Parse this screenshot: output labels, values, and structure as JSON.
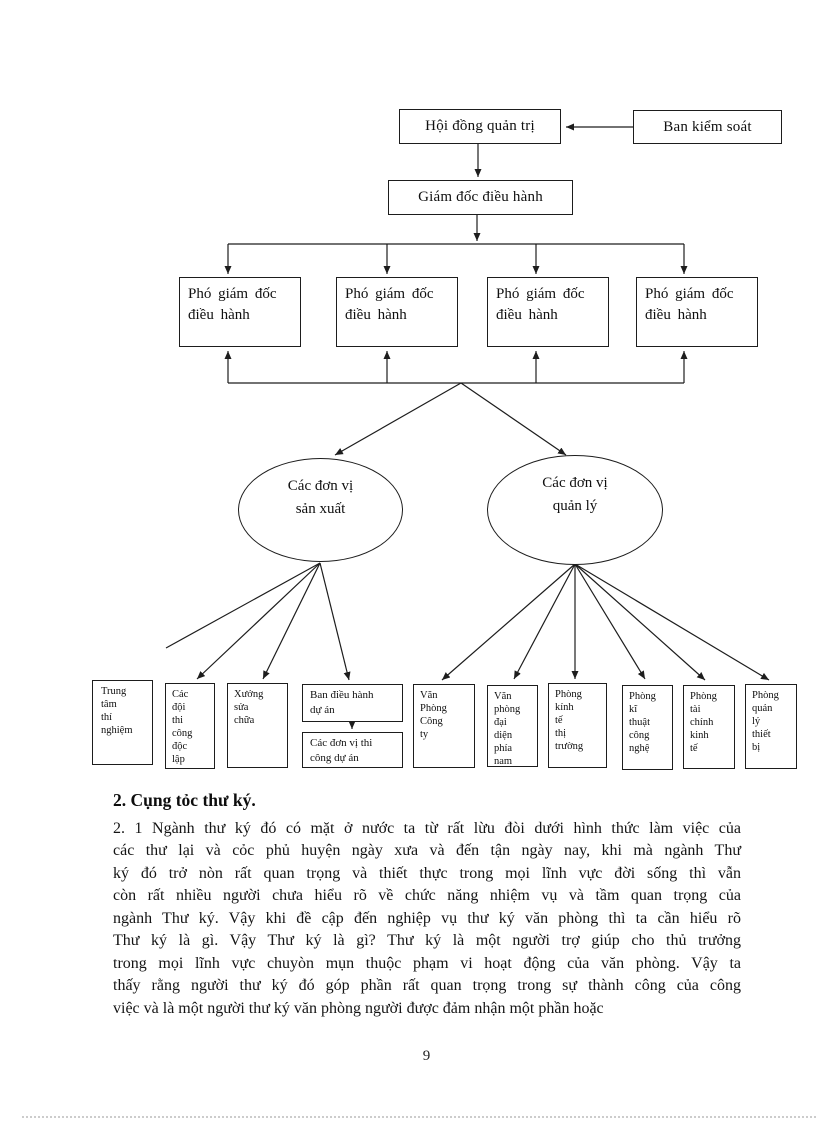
{
  "org_chart": {
    "line_color": "#1d1d1d",
    "nodes": {
      "board": "Hội đồng quản trị",
      "supervisory": "Ban kiểm soát",
      "ceo": "Giám đốc điều hành",
      "deputies": [
        "Phó giám đốc\nđiều hành",
        "Phó giám đốc\nđiều hành",
        "Phó giám đốc\nđiều hành",
        "Phó giám đốc\nđiều hành"
      ],
      "production_group": "Các đơn vị\nsản xuất",
      "management_group": "Các đơn vị\nquản lý",
      "production_units": [
        "Trung\ntâm\nthí\nnghiệm",
        "Các\nđội\nthi\ncông\nđộc\nlập",
        "Xưởng\nsửa\nchữa",
        "Ban điều hành\ndự án",
        "Các đơn vị thi\ncông dự án"
      ],
      "management_units": [
        "Văn\nPhòng\nCông\nty",
        "Văn\nphòng\nđại\ndiện\nphía\nnam",
        "Phòng\nkính\ntế\nthị\ntrường",
        "Phòng\nkĩ\nthuật\ncông\nnghệ",
        "Phòng\ntài\nchính\nkinh\ntế",
        "Phòng\nquản\nlý\nthiết\nbị"
      ]
    }
  },
  "document": {
    "heading": "2. Cụng tỏc thư ký.",
    "body_lines": [
      "2. 1 Ngành thư ký đó có mặt ở nước ta từ rất lừu đòi dưới hình thức làm việc của",
      "các thư lại và cỏc phủ huyện ngày xưa và đến tận ngày nay, khi mà ngành Thư",
      "ký đó trở nòn rất quan trọng và thiết thực trong mọi lĩnh vực đời sống thì vẫn",
      "còn rất nhiều người chưa hiểu rõ về chức năng nhiệm vụ và tầm quan trọng của",
      "ngành Thư ký. Vậy khi đề cập đến nghiệp vụ thư ký văn phòng thì ta cần hiểu rõ",
      "Thư ký là gì. Vậy Thư ký là gì? Thư ký là một người trợ giúp cho thủ trưởng",
      "trong mọi lĩnh vực chuyòn mụn thuộc phạm vi hoạt động của văn phòng. Vậy ta",
      "thấy rằng người thư ký đó góp phần rất quan trọng trong sự thành công của công",
      "việc và là một người thư ký văn phòng người được đảm nhận một phần hoặc"
    ],
    "page_number": "9"
  }
}
